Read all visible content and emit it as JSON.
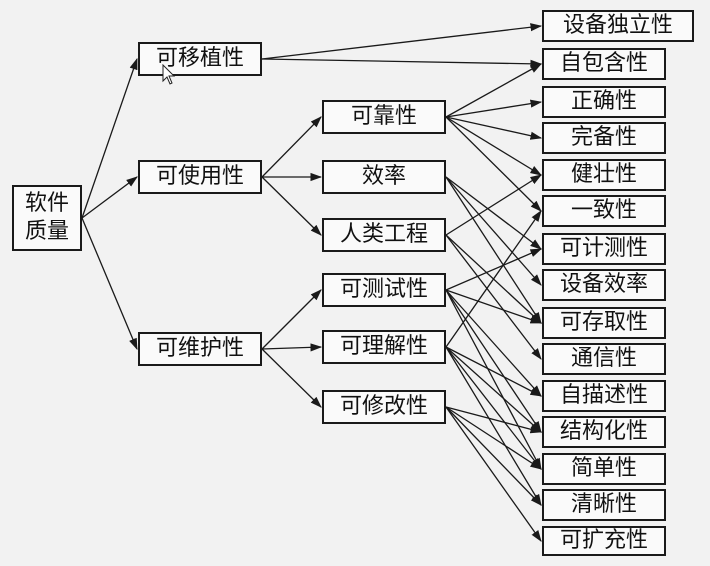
{
  "diagram": {
    "root": "软件质量",
    "level1": {
      "portability": "可移植性",
      "usability": "可使用性",
      "maintainability": "可维护性"
    },
    "level2": {
      "reliability": "可靠性",
      "efficiency": "效率",
      "human_engineering": "人类工程",
      "testability": "可测试性",
      "understandability": "可理解性",
      "modifiability": "可修改性"
    },
    "criteria": [
      "设备独立性",
      "自包含性",
      "正确性",
      "完备性",
      "健壮性",
      "一致性",
      "可计测性",
      "设备效率",
      "可存取性",
      "通信性",
      "自描述性",
      "结构化性",
      "简单性",
      "清晰性",
      "可扩充性"
    ]
  }
}
